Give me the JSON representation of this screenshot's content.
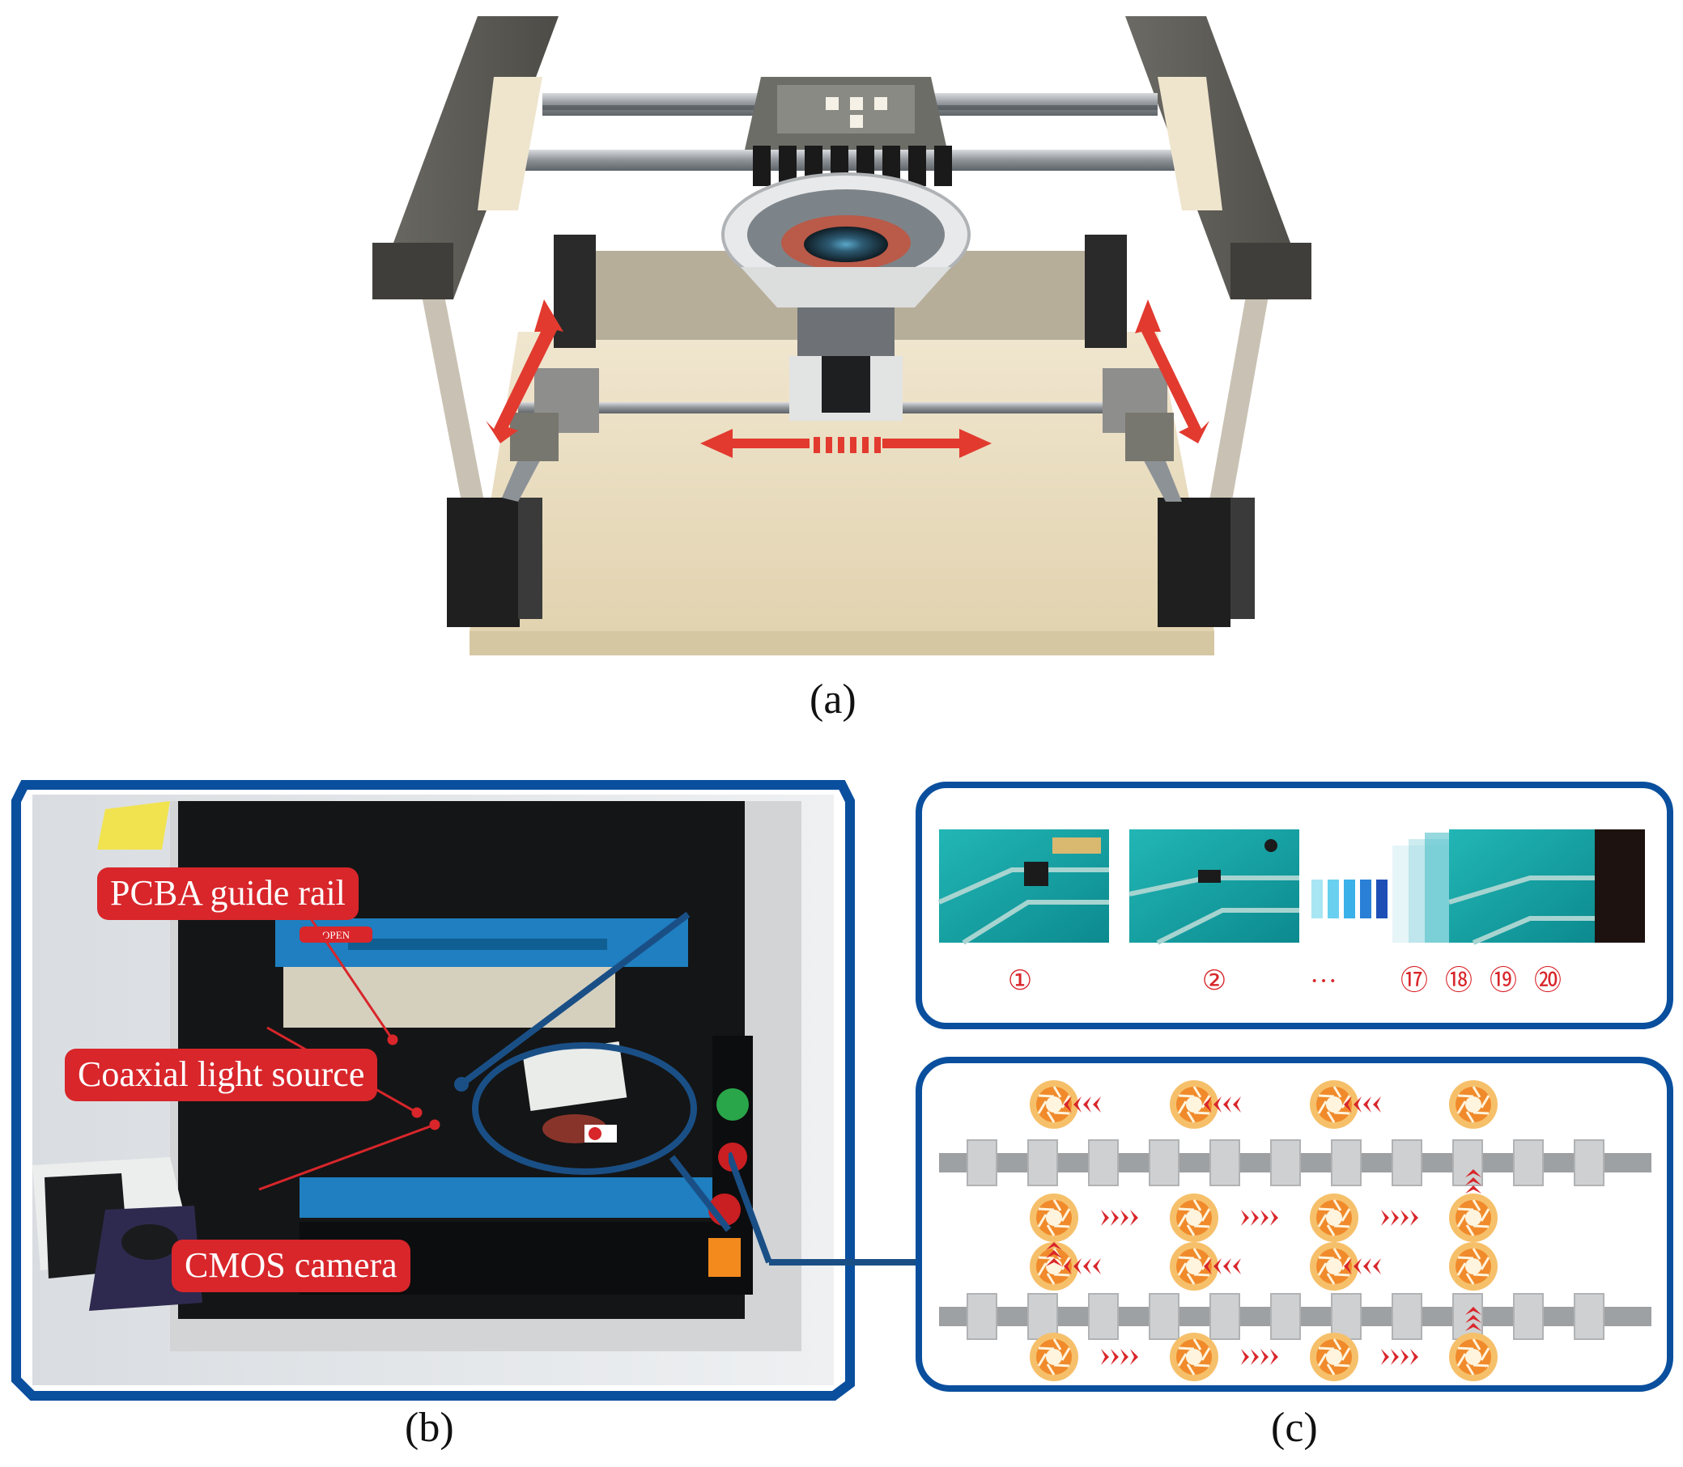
{
  "captions": {
    "a": "(a)",
    "b": "(b)",
    "c": "(c)"
  },
  "callouts": {
    "guide_rail": "PCBA guide rail",
    "light_source": "Coaxial light source",
    "camera": "CMOS camera"
  },
  "machine": {
    "open_label": "OPEN"
  },
  "sequence": {
    "frame_labels": [
      "①",
      "②",
      "⑰",
      "⑱",
      "⑲",
      "⑳"
    ],
    "ellipsis": "···"
  },
  "colors": {
    "frame_blue": "#0a4f9e",
    "accent_red": "#d8262b",
    "pcb_teal": "#1aa7a8",
    "aperture_orange": "#f2a23c"
  }
}
